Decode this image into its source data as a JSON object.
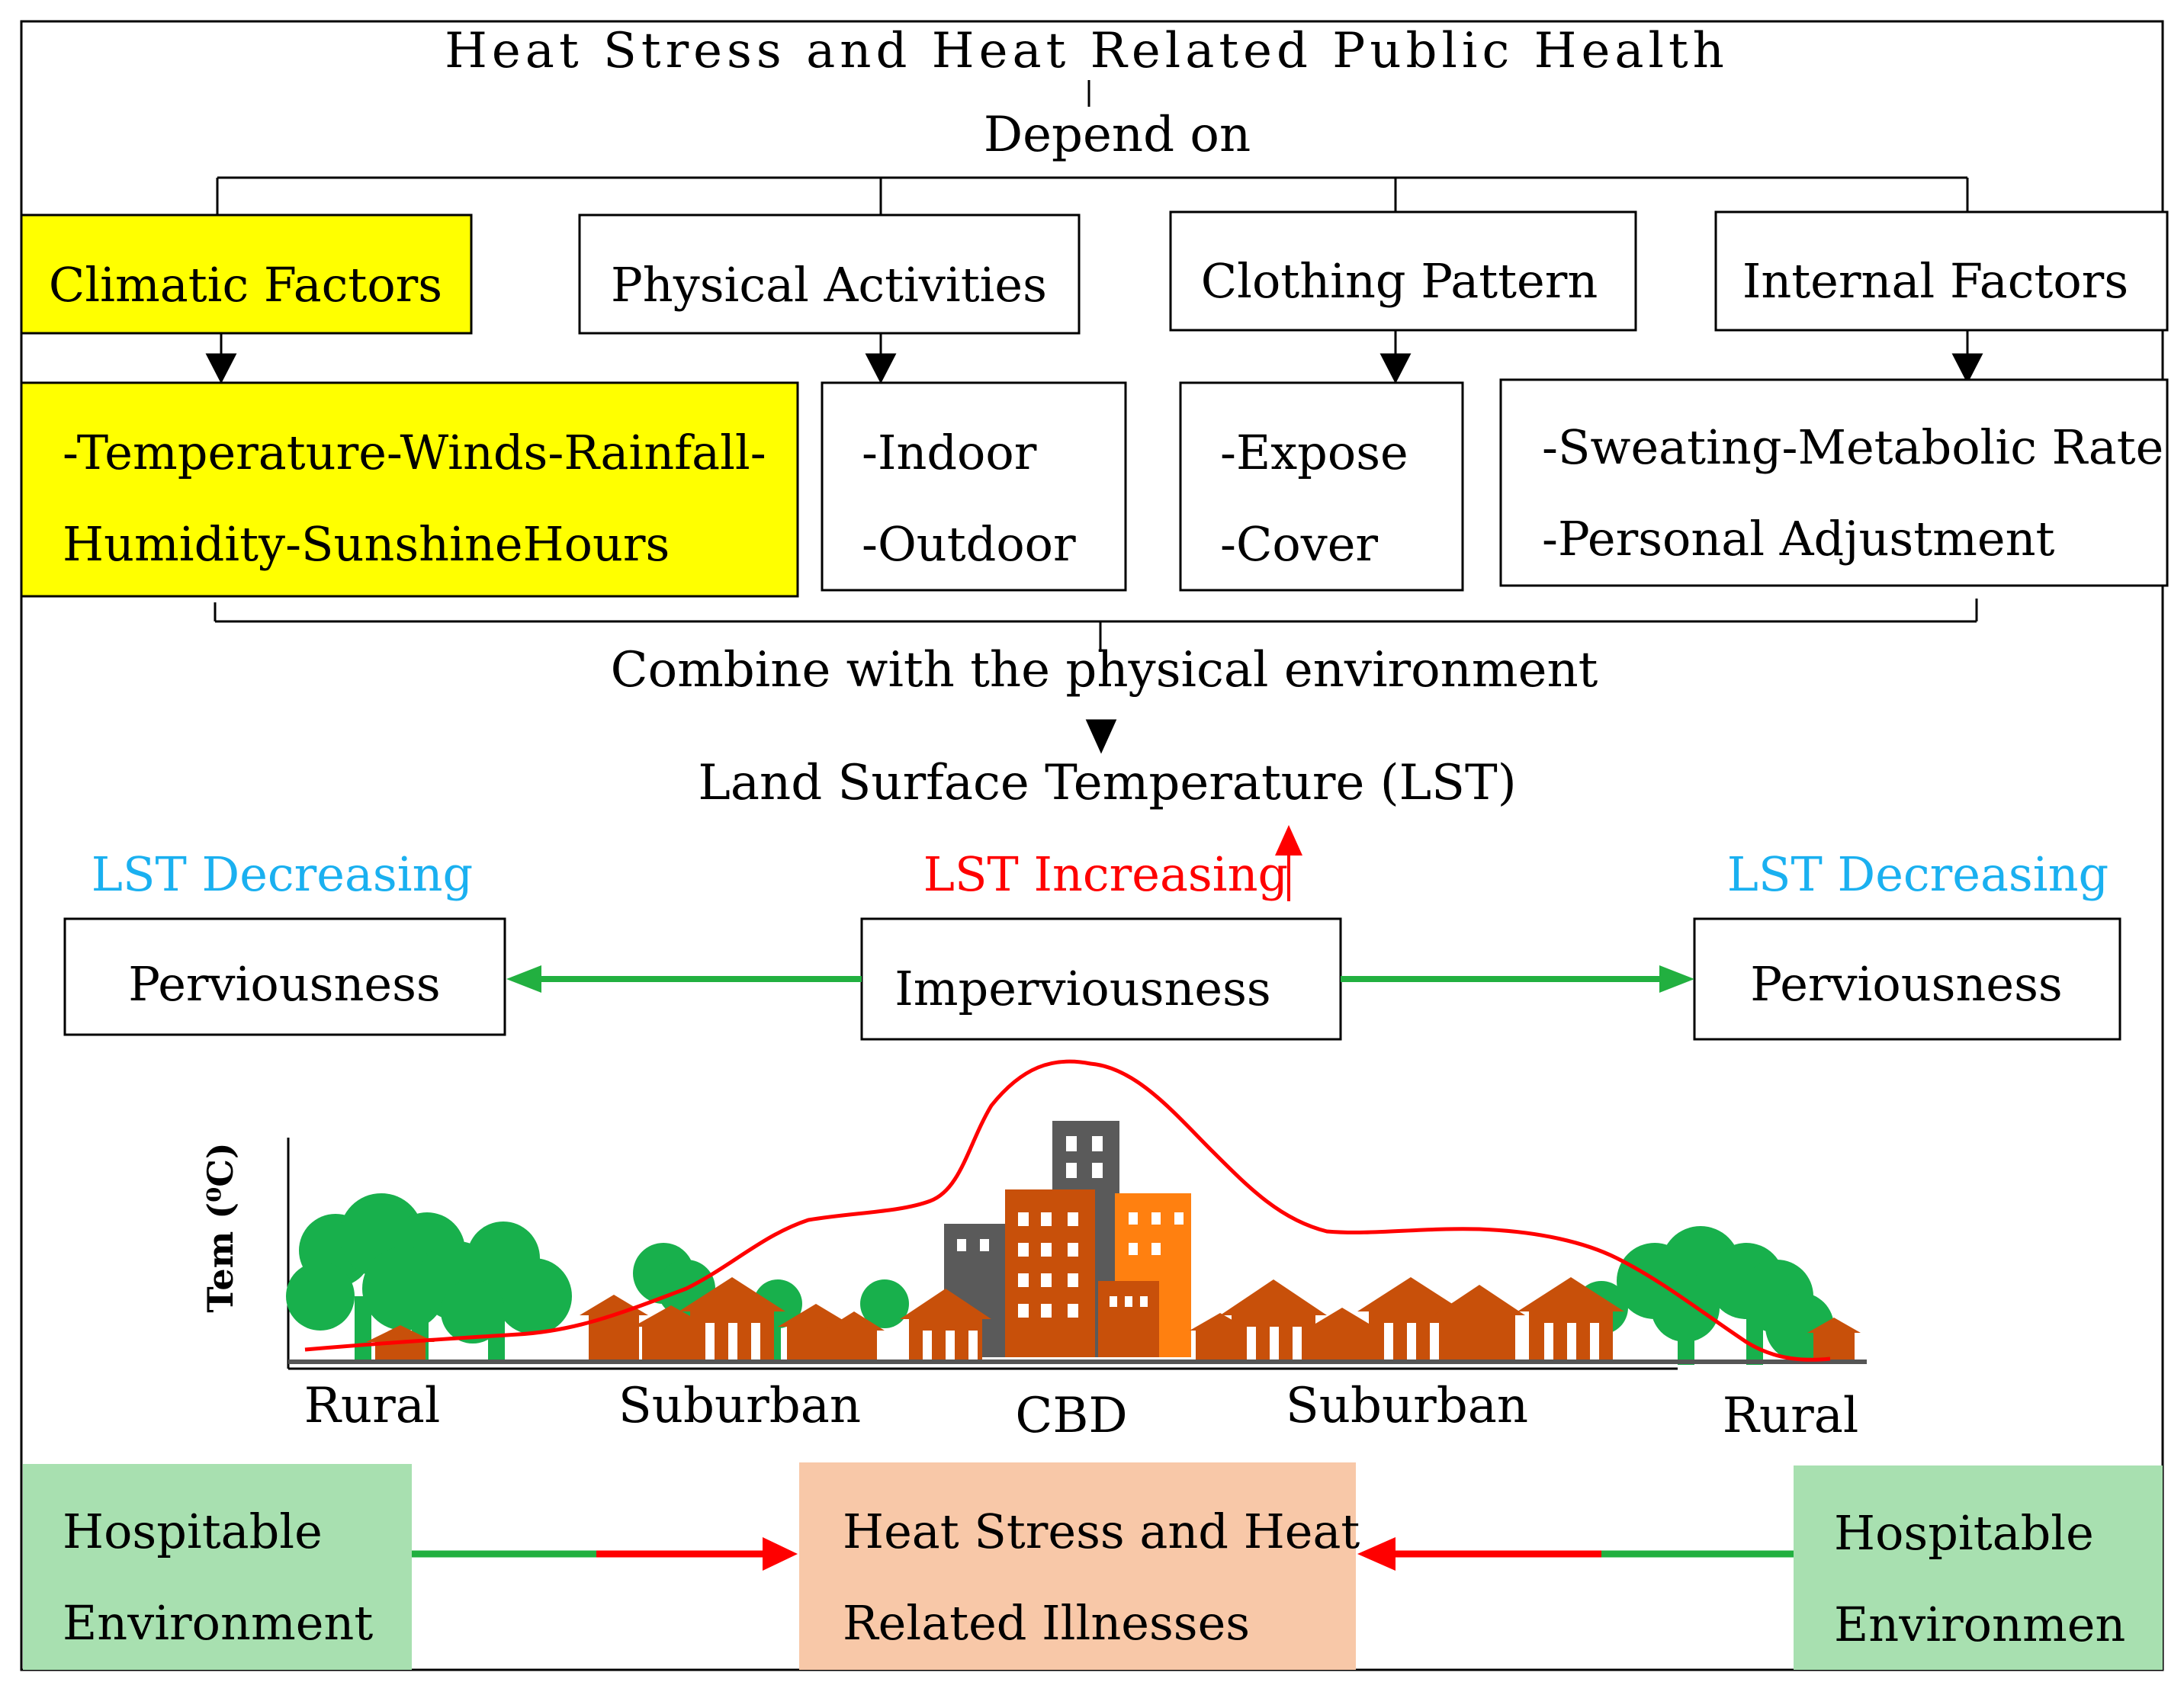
{
  "title": "Heat Stress and Heat Related Public Health",
  "depend_on": "Depend on",
  "factors": [
    {
      "name": "Climatic Factors",
      "items": [
        "-Temperature-Winds-Rainfall-",
        "Humidity-SunshineHours"
      ]
    },
    {
      "name": "Physical Activities",
      "items": [
        "-Indoor",
        "-Outdoor"
      ]
    },
    {
      "name": "Clothing Pattern",
      "items": [
        "-Expose",
        "-Cover"
      ]
    },
    {
      "name": "Internal Factors",
      "items": [
        "-Sweating-Metabolic Rate",
        "-Personal Adjustment"
      ]
    }
  ],
  "combine": "Combine with the physical environment",
  "lst": "Land Surface Temperature (LST)",
  "lst_decreasing_left": "LST Decreasing",
  "lst_increasing": "LST Increasing",
  "lst_decreasing_right": "LST Decreasing",
  "perviousness_left": "Perviousness",
  "imperviousness": "Imperviousness",
  "perviousness_right": "Perviousness",
  "y_axis_label": "Tem (⁰C)",
  "zones": [
    "Rural",
    "Suburban",
    "CBD",
    "Suburban",
    "Rural"
  ],
  "hospitable_left": [
    "Hospitable",
    "Environment"
  ],
  "heat_illness": [
    "Heat Stress and Heat",
    "Related Illnesses"
  ],
  "hospitable_right": [
    "Hospitable",
    "Environmen"
  ],
  "colors": {
    "yellow": "#ffff00",
    "green_box": "#a8e0b0",
    "peach_box": "#f8c8a8",
    "cyan_text": "#1ab0f0",
    "red": "#ff0000",
    "green_arrow": "#22b040",
    "tree": "#18b04c",
    "house": "#c8500a",
    "gray_building": "#5a5a5a",
    "orange_building": "#ff8010"
  }
}
